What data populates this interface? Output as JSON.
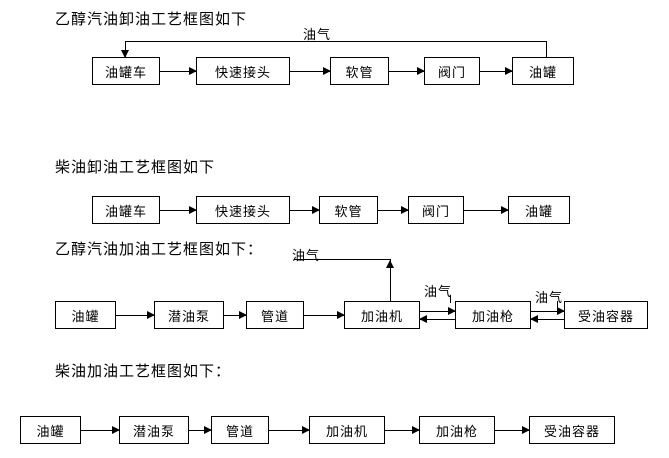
{
  "colors": {
    "background": "#ffffff",
    "line": "#000000",
    "text": "#000000"
  },
  "diagrams": [
    {
      "title": "乙醇汽油卸油工艺框图如下",
      "vapor_label": "油气",
      "boxes": [
        "油罐车",
        "快速接头",
        "软管",
        "阀门",
        "油罐"
      ]
    },
    {
      "title": "柴油卸油工艺框图如下",
      "boxes": [
        "油罐车",
        "快速接头",
        "软管",
        "阀门",
        "油罐"
      ]
    },
    {
      "title": "乙醇汽油加油工艺框图如下：",
      "vapor_label": "油气",
      "vapor_label_dispenser_nozzle": "油气",
      "vapor_label_nozzle_container": "油气",
      "boxes": [
        "油罐",
        "潜油泵",
        "管道",
        "加油机",
        "加油枪",
        "受油容器"
      ]
    },
    {
      "title": "柴油加油工艺框图如下：",
      "boxes": [
        "油罐",
        "潜油泵",
        "管道",
        "加油机",
        "加油枪",
        "受油容器"
      ]
    }
  ]
}
